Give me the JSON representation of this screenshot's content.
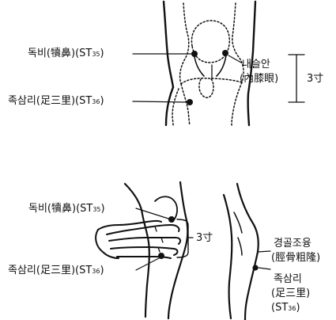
{
  "top_figure": {
    "label_dokbi": "독비(犢鼻)(ST",
    "label_dokbi_sub": "35",
    "label_dokbi_close": ")",
    "label_joksamni": "족삼리(足三里)(ST",
    "label_joksamni_sub": "36",
    "label_joksamni_close": ")",
    "label_naeseulan": "내슬안",
    "label_naeseulan_hanja": "(內膝眼)",
    "measure": "3寸"
  },
  "bottom_figure": {
    "label_dokbi": "독비(犢鼻)(ST",
    "label_dokbi_sub": "35",
    "label_dokbi_close": ")",
    "label_joksamni": "족삼리(足三里)(ST",
    "label_joksamni_sub": "36",
    "label_joksamni_close": ")",
    "measure": "3寸",
    "label_tibial": "경골조융",
    "label_tibial_hanja": "(脛骨粗隆)",
    "label_joksamni_right_1": "족삼리",
    "label_joksamni_right_2": "(足三里)",
    "label_joksamni_right_3": "(ST",
    "label_joksamni_right_sub": "36",
    "label_joksamni_right_close": ")"
  },
  "icons": [
    "knee-front-diagram",
    "hand-measuring-diagram",
    "leg-side-diagram",
    "acupoint-dot"
  ]
}
